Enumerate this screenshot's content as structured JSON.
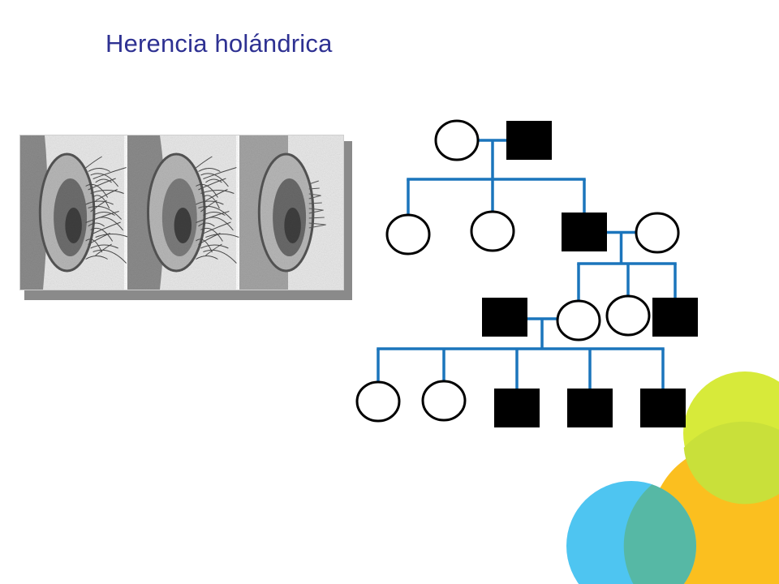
{
  "title": "Herencia holándrica",
  "colors": {
    "title": "#2e3192",
    "line": "#1b75bc",
    "affected": "#000000",
    "unaffected_fill": "#ffffff",
    "circle_yellow": "#d7ea3a",
    "circle_orange": "#fbbf1f",
    "circle_blue": "#4ec5f1",
    "circle_overlap": "#56b8a5"
  },
  "photos": [
    {
      "name": "ear-photo-1",
      "description": "hairy-ear-icon"
    },
    {
      "name": "ear-photo-2",
      "description": "hairy-ear-icon"
    },
    {
      "name": "ear-photo-3",
      "description": "hairy-ear-icon"
    }
  ],
  "pedigree": {
    "individuals": [
      {
        "id": "I-1",
        "sex": "female",
        "affected": false
      },
      {
        "id": "I-2",
        "sex": "male",
        "affected": true
      },
      {
        "id": "II-1",
        "sex": "female",
        "affected": false
      },
      {
        "id": "II-2",
        "sex": "female",
        "affected": false
      },
      {
        "id": "II-3",
        "sex": "male",
        "affected": true
      },
      {
        "id": "II-4",
        "sex": "female",
        "affected": false
      },
      {
        "id": "III-1",
        "sex": "male",
        "affected": true
      },
      {
        "id": "III-2",
        "sex": "female",
        "affected": false
      },
      {
        "id": "III-3",
        "sex": "female",
        "affected": false
      },
      {
        "id": "III-4",
        "sex": "male",
        "affected": true
      },
      {
        "id": "IV-1",
        "sex": "female",
        "affected": false
      },
      {
        "id": "IV-2",
        "sex": "female",
        "affected": false
      },
      {
        "id": "IV-3",
        "sex": "male",
        "affected": true
      },
      {
        "id": "IV-4",
        "sex": "male",
        "affected": true
      },
      {
        "id": "IV-5",
        "sex": "male",
        "affected": true
      }
    ],
    "couples": [
      {
        "a": "I-1",
        "b": "I-2",
        "children": [
          "II-1",
          "II-2",
          "II-3"
        ]
      },
      {
        "a": "II-3",
        "b": "II-4",
        "children": [
          "III-2",
          "III-3",
          "III-4"
        ]
      },
      {
        "a": "III-1",
        "b": "III-2",
        "children": [
          "IV-1",
          "IV-2",
          "IV-3",
          "IV-4",
          "IV-5"
        ]
      }
    ]
  }
}
